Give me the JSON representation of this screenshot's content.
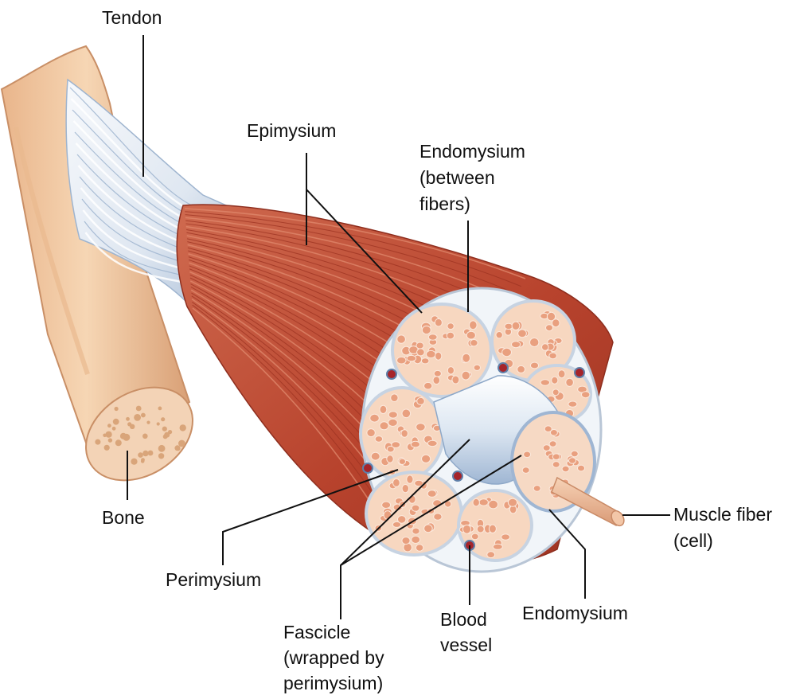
{
  "colors": {
    "background": "#ffffff",
    "muscle_dark": "#b9452f",
    "muscle_light": "#d9745a",
    "tendon": "#e8eef5",
    "tendon_shadow": "#9eb4cf",
    "bone": "#f0c7a0",
    "bone_shadow": "#d9a57a",
    "fascicle_fill": "#f7d7c0",
    "fiber": "#e9a07f",
    "sheath": "#eef3f8",
    "vessel": "#a6242a",
    "leader_line": "#111111"
  },
  "labels": {
    "tendon": "Tendon",
    "epimysium": "Epimysium",
    "endomysium_top": [
      "Endomysium",
      "(between",
      "fibers)"
    ],
    "bone": "Bone",
    "muscle_fiber": [
      "Muscle fiber",
      "(cell)"
    ],
    "perimysium": "Perimysium",
    "fascicle": [
      "Fascicle",
      "(wrapped by",
      "perimysium)"
    ],
    "blood_vessel": [
      "Blood",
      "vessel"
    ],
    "endomysium_bottom": "Endomysium"
  }
}
